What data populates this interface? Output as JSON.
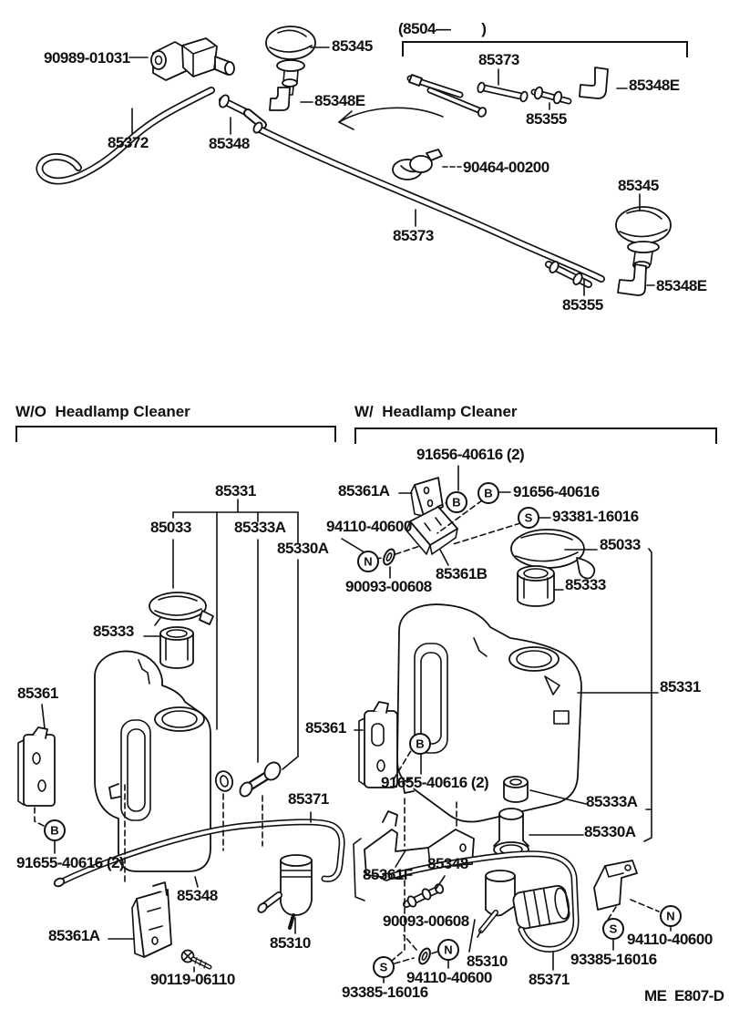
{
  "document": {
    "footer_code": "ME  E807-D"
  },
  "sections": {
    "top": {
      "variant_bracket": "(8504—        )"
    },
    "without": {
      "header": "W/O  Headlamp Cleaner"
    },
    "with": {
      "header": "W/  Headlamp Cleaner"
    }
  },
  "fastener_letters": {
    "bolt": "B",
    "screw": "S",
    "nut": "N"
  },
  "callouts": {
    "valve": "90989-01031",
    "nozzle_top_left": "85345",
    "elbow_top_left": "85348E",
    "hose_85372": "85372",
    "joint_85348_top": "85348",
    "hose_85373_a": "85373",
    "elbow_top_right": "85348E",
    "joint_85355_a": "85355",
    "clamp": "90464-00200",
    "nozzle_right": "85345",
    "hose_85373_b": "85373",
    "joint_85355_b": "85355",
    "elbow_right": "85348E",
    "wo_tank": "85331",
    "wo_cap": "85033",
    "wo_grommet": "85333A",
    "wo_joint": "85330A",
    "wo_filter": "85333",
    "wo_bracket": "85361",
    "wo_bolt": "91655-40616 (2)",
    "wo_bracket_a": "85361A",
    "wo_screw": "90119-06110",
    "wo_joint_85348": "85348",
    "wo_pump": "85310",
    "wo_hose": "85371",
    "w_bracket": "85361",
    "w_bolt_91656_2": "91656-40616 (2)",
    "w_bracket_a": "85361A",
    "w_bolt_91656": "91656-40616",
    "w_screw_93381": "93381-16016",
    "w_nut_top": "94110-40600",
    "w_cap": "85033",
    "w_washer_top": "90093-00608",
    "w_bracket_b": "85361B",
    "w_filter": "85333",
    "w_tank": "85331",
    "w_bolt_91655": "91655-40616 (2)",
    "w_grommet": "85333A",
    "w_joint": "85330A",
    "w_bracket_f": "85361F",
    "w_joint_85348": "85348",
    "w_washer_bottom": "90093-00608",
    "w_pump": "85310",
    "w_nut_bottom_left": "94110-40600",
    "w_screw_bottom_left": "93385-16016",
    "w_hose": "85371",
    "w_screw_bottom_right": "93385-16016",
    "w_nut_bottom_right": "94110-40600"
  }
}
